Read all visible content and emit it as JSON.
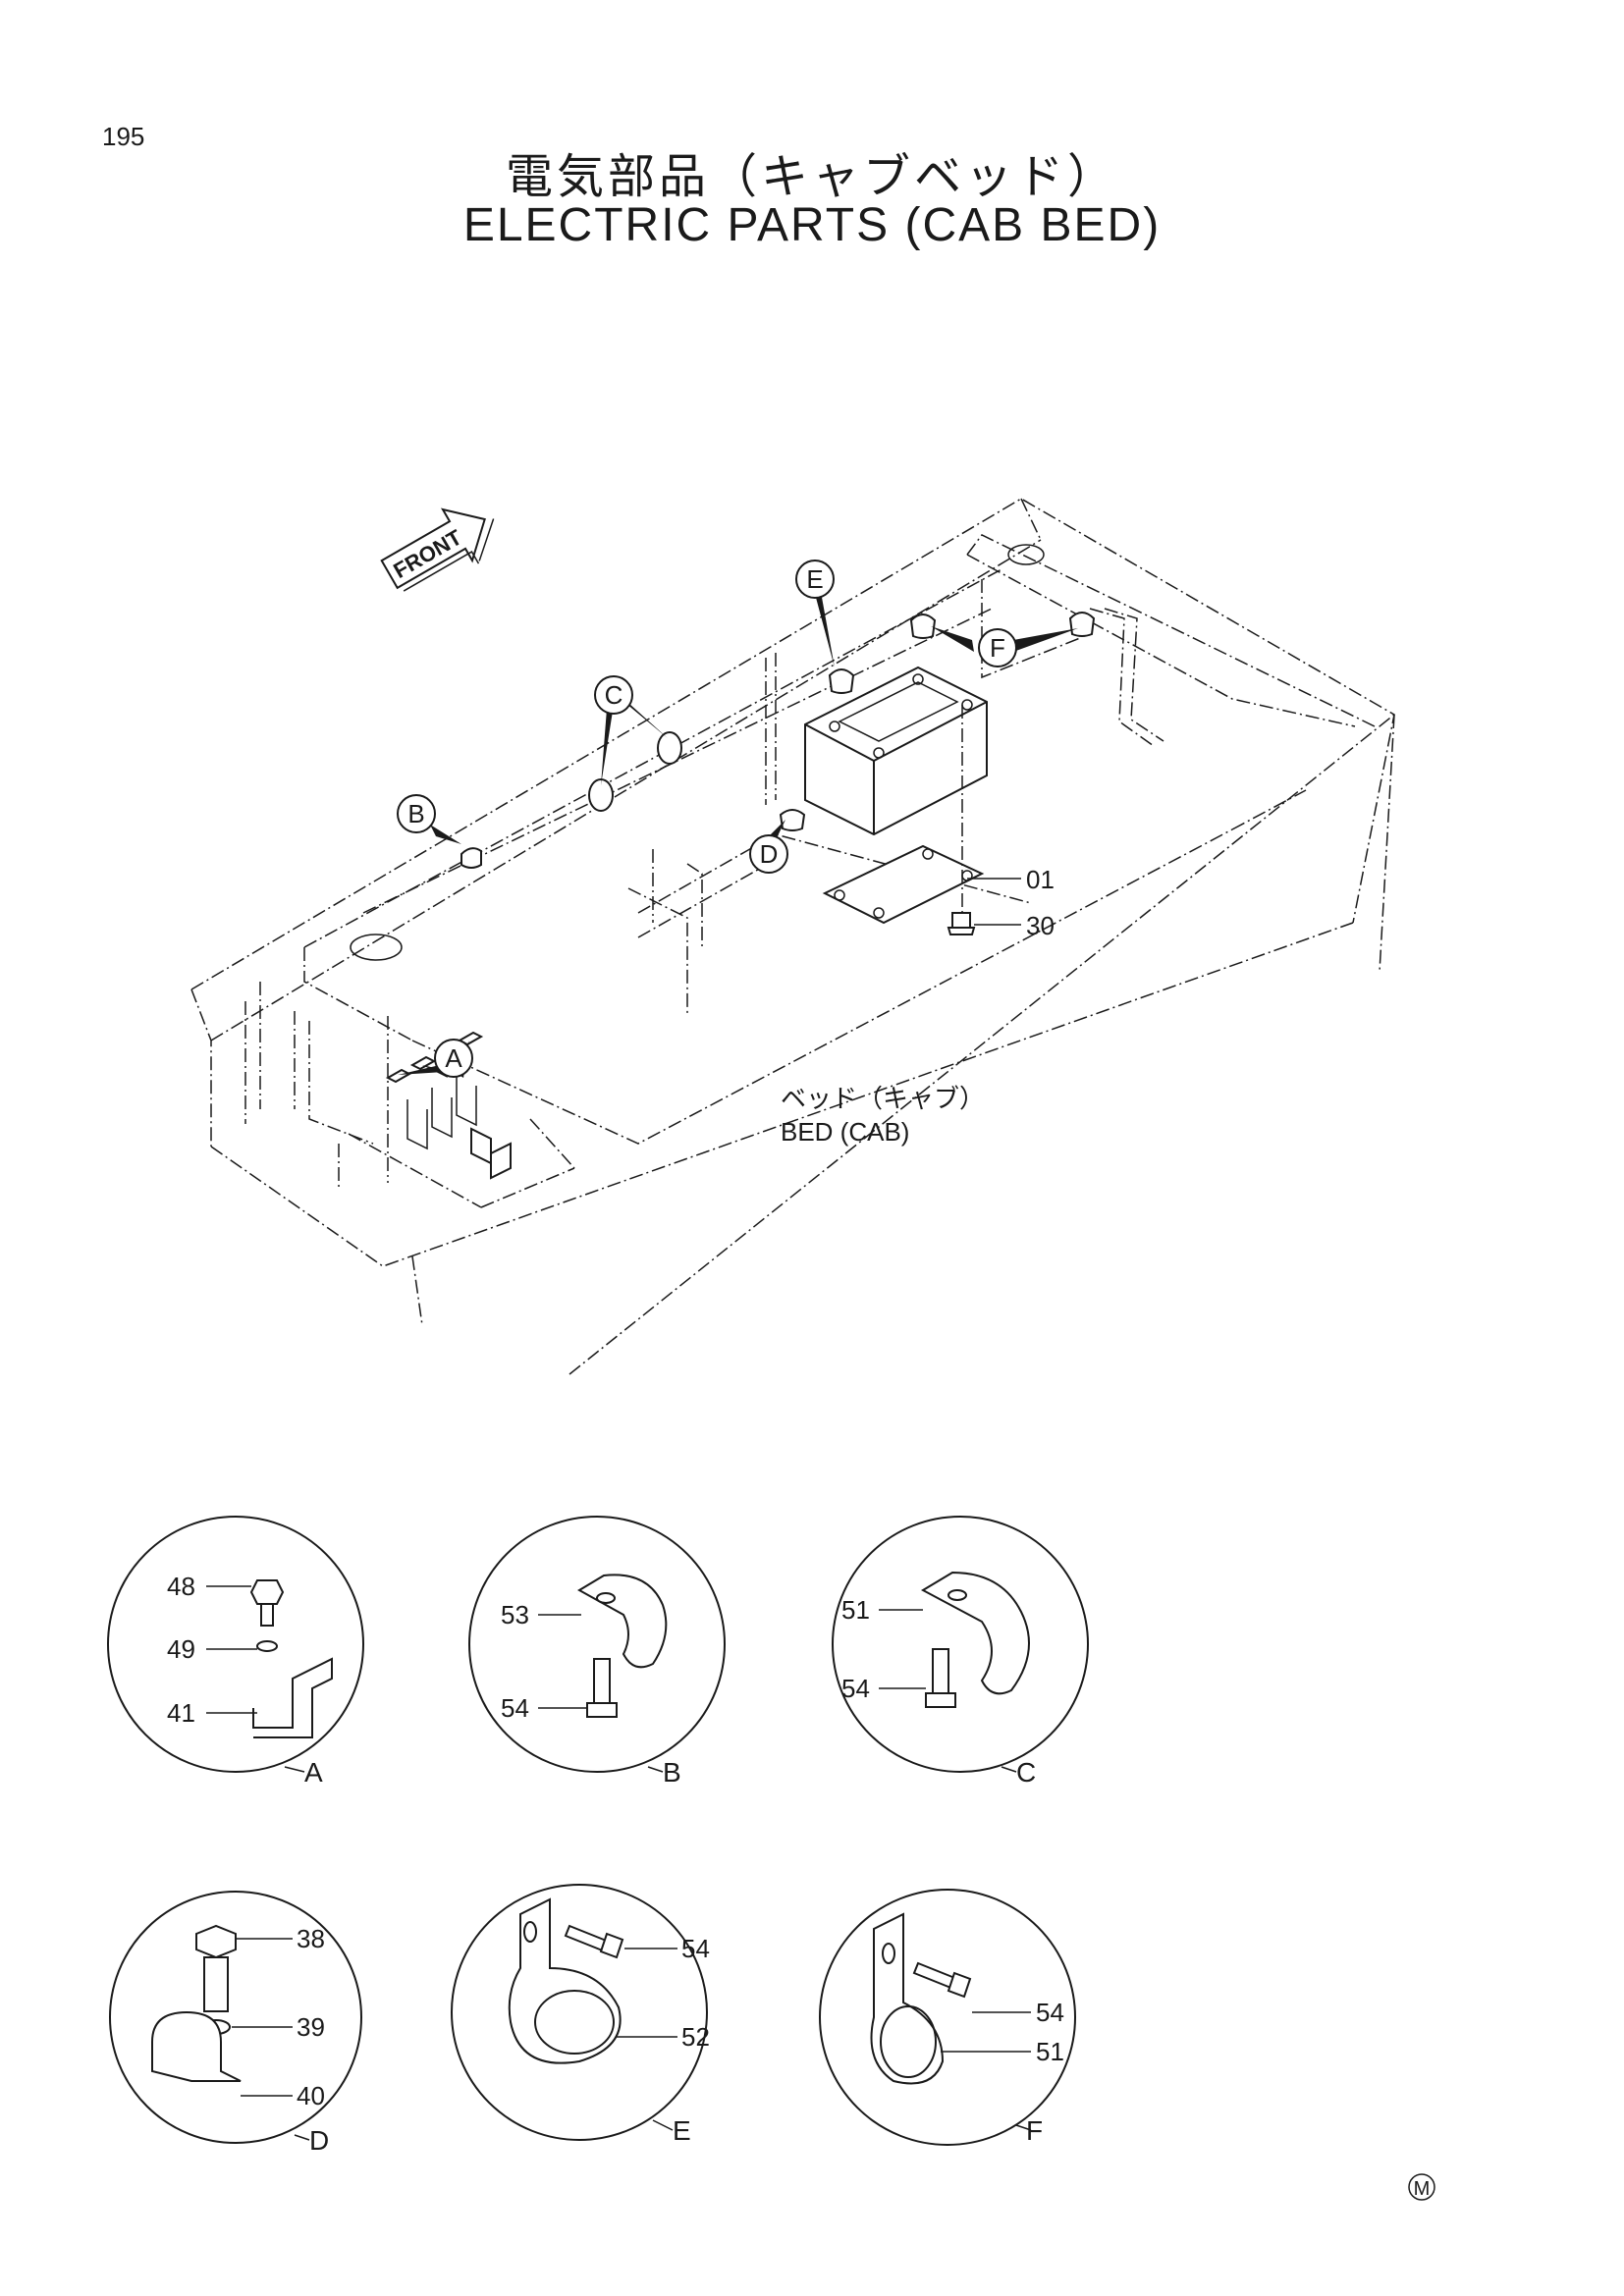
{
  "page": {
    "number": "195",
    "title_jp": "電気部品（キャブベッド）",
    "title_en": "ELECTRIC PARTS (CAB BED)"
  },
  "main_view": {
    "front_arrow_label": "FRONT",
    "bed_label_jp": "ベッド（キャブ）",
    "bed_label_en": "BED (CAB)",
    "callouts": [
      "A",
      "B",
      "C",
      "D",
      "E",
      "F"
    ],
    "part_numbers": [
      "01",
      "30"
    ]
  },
  "details": [
    {
      "id": "A",
      "parts": [
        "48",
        "49",
        "41"
      ]
    },
    {
      "id": "B",
      "parts": [
        "53",
        "54"
      ]
    },
    {
      "id": "C",
      "parts": [
        "51",
        "54"
      ]
    },
    {
      "id": "D",
      "parts": [
        "38",
        "39",
        "40"
      ]
    },
    {
      "id": "E",
      "parts": [
        "54",
        "52"
      ]
    },
    {
      "id": "F",
      "parts": [
        "54",
        "51"
      ]
    }
  ],
  "mark": "M"
}
